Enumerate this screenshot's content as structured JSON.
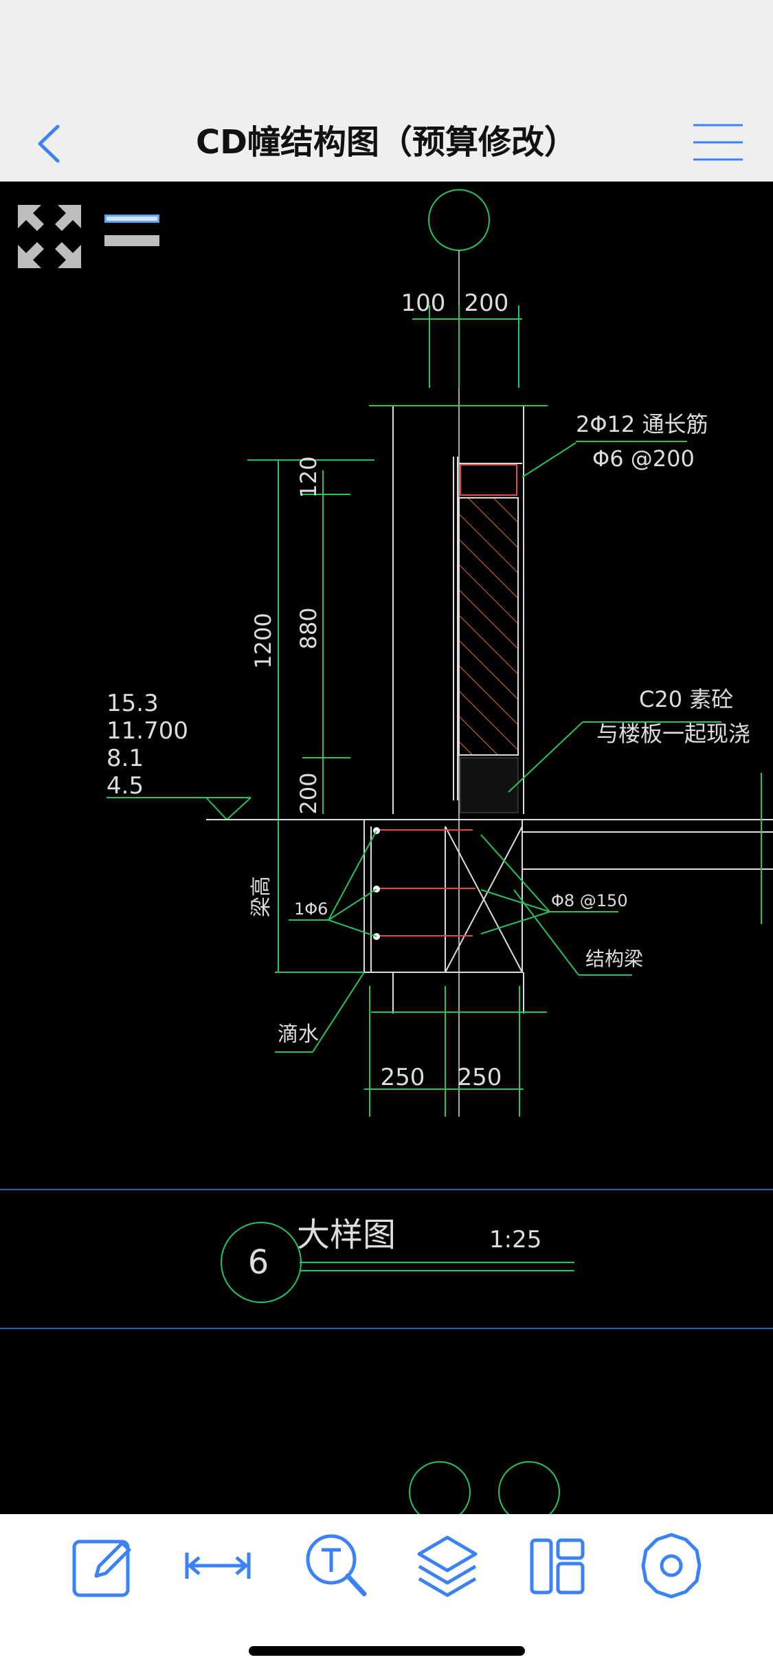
{
  "nav": {
    "title": "CD幢结构图（预算修改）",
    "accent_color": "#3b82f6"
  },
  "drawing": {
    "dims_top": [
      "100",
      "200"
    ],
    "dims_bottom": [
      "250",
      "250"
    ],
    "dims_left_main": "1200",
    "dims_left_sub": [
      "120",
      "880",
      "200"
    ],
    "rebar_note_1": "2Φ12 通长筋",
    "rebar_note_2": "Φ6 @200",
    "concrete_note_1": "C20 素砼",
    "concrete_note_2": "与楼板一起现浇",
    "elevations": [
      "15.3",
      "11.700",
      "8.1",
      "4.5"
    ],
    "beam_height_label": "梁高",
    "bar_label": "1Φ6",
    "stirrup_label": "Φ8 @150",
    "beam_label": "结构梁",
    "drip_label": "滴水",
    "detail_number": "6",
    "detail_title": "大样图",
    "detail_scale": "1:25"
  },
  "toolbar": {
    "icons": [
      "edit-icon",
      "measure-icon",
      "text-search-icon",
      "layers-icon",
      "layout-icon",
      "settings-icon"
    ]
  }
}
